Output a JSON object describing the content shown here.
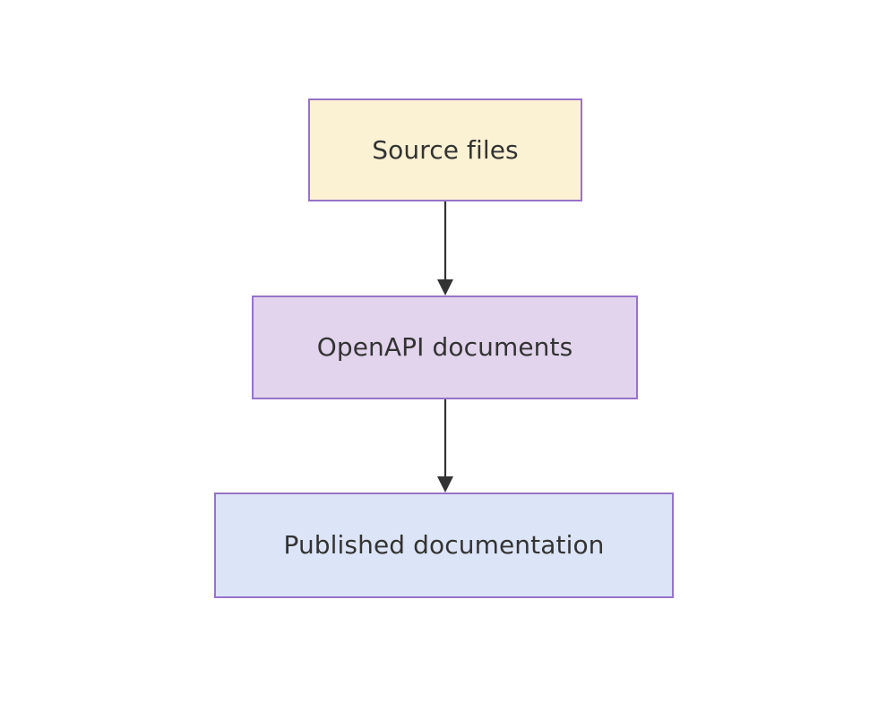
{
  "diagram": {
    "type": "flowchart",
    "direction": "top-to-bottom",
    "background_color": "#ffffff",
    "node_border_color": "#9673c8",
    "node_text_color": "#333333",
    "edge_color": "#333333",
    "nodes": [
      {
        "id": "source-files",
        "label": "Source files",
        "fill_color": "#fbf2d4"
      },
      {
        "id": "openapi-documents",
        "label": "OpenAPI documents",
        "fill_color": "#e2d4ec"
      },
      {
        "id": "published-documentation",
        "label": "Published documentation",
        "fill_color": "#dce5f7"
      }
    ],
    "edges": [
      {
        "id": "edge-source-to-openapi",
        "from": "source-files",
        "to": "openapi-documents",
        "label": "",
        "arrowhead": "filled-triangle"
      },
      {
        "id": "edge-openapi-to-published",
        "from": "openapi-documents",
        "to": "published-documentation",
        "label": "",
        "arrowhead": "filled-triangle"
      }
    ]
  }
}
